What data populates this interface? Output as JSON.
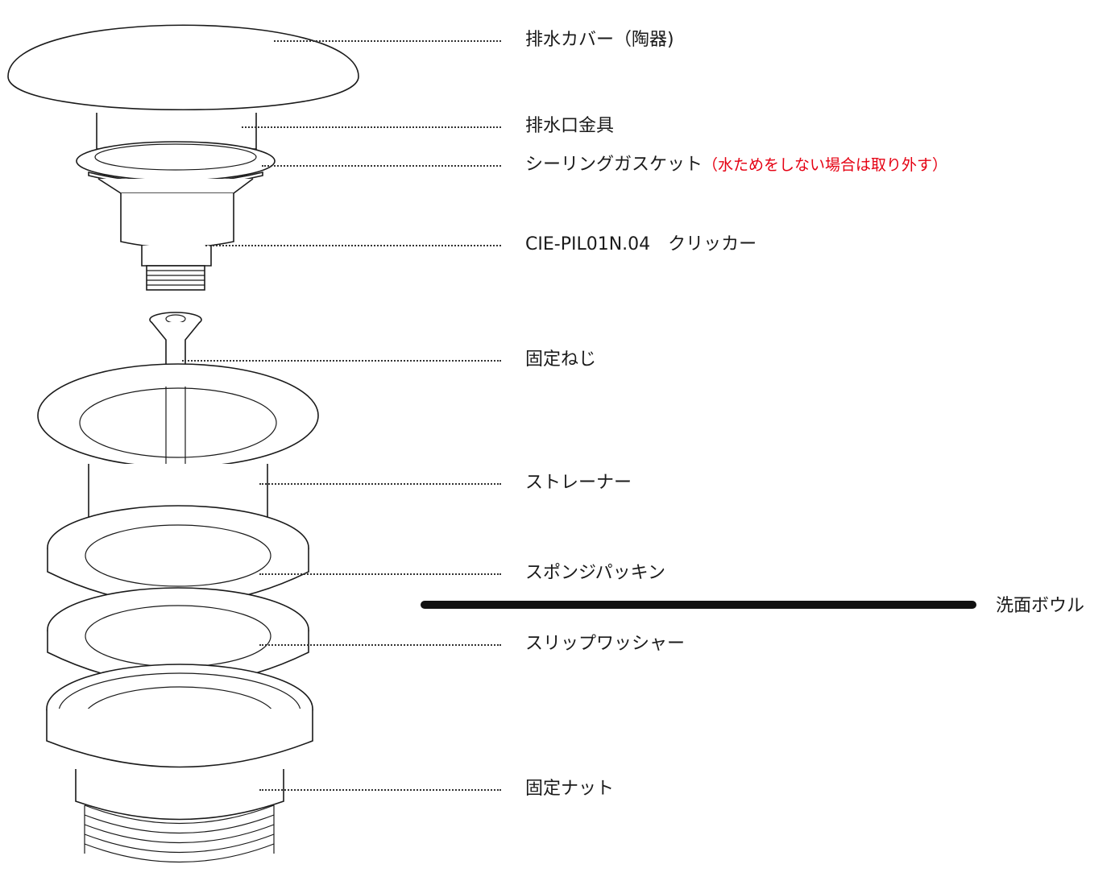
{
  "parts": [
    {
      "id": "cover",
      "label": "排水カバー（陶器)"
    },
    {
      "id": "drain-fitting",
      "label": "排水口金具"
    },
    {
      "id": "sealing-gasket",
      "label": "シーリングガスケット",
      "note": "（水ためをしない場合は取り外す）"
    },
    {
      "id": "clicker",
      "label": "CIE-PIL01N.04　クリッカー"
    },
    {
      "id": "fixing-screw",
      "label": "固定ねじ"
    },
    {
      "id": "strainer",
      "label": "ストレーナー"
    },
    {
      "id": "sponge-packing",
      "label": "スポンジパッキン"
    },
    {
      "id": "slip-washer",
      "label": "スリップワッシャー"
    },
    {
      "id": "fixing-nut",
      "label": "固定ナット"
    }
  ],
  "bowl": {
    "label": "洗面ボウル"
  },
  "colors": {
    "line": "#1a1a1a",
    "note": "#e50012"
  }
}
